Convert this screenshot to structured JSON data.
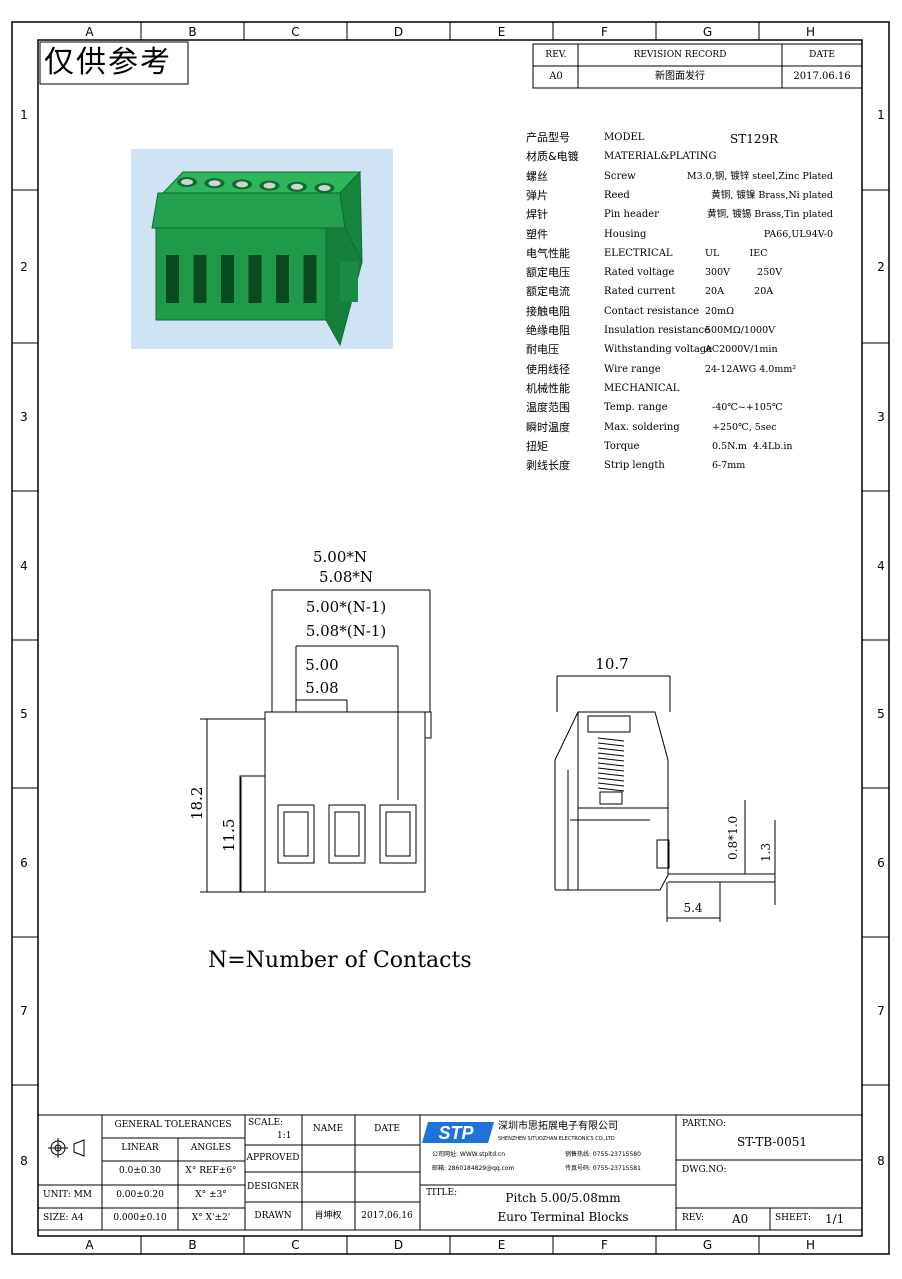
{
  "border": {
    "columns": [
      "A",
      "B",
      "C",
      "D",
      "E",
      "F",
      "G",
      "H"
    ],
    "rows": [
      "1",
      "2",
      "3",
      "4",
      "5",
      "6",
      "7",
      "8"
    ]
  },
  "stamp": "仅供参考",
  "revision": {
    "headers": [
      "REV.",
      "REVISION RECORD",
      "DATE"
    ],
    "row": [
      "A0",
      "新图面发行",
      "2017.06.16"
    ]
  },
  "specs": [
    {
      "cn": "产品型号",
      "en": "MODEL",
      "val": "ST129R"
    },
    {
      "cn": "材质&电镀",
      "en": "MATERIAL&PLATING",
      "val": ""
    },
    {
      "cn": "螺丝",
      "en": "Screw",
      "val": "M3.0,钢, 镀锌 steel,Zinc Plated"
    },
    {
      "cn": "弹片",
      "en": "Reed",
      "val": "黄铜, 镀镍 Brass,Ni plated"
    },
    {
      "cn": "焊针",
      "en": "Pin header",
      "val": "黄铜, 镀锡 Brass,Tin plated"
    },
    {
      "cn": "塑件",
      "en": "Housing",
      "val": "PA66,UL94V-0"
    },
    {
      "cn": "电气性能",
      "en": "ELECTRICAL",
      "val": "UL          IEC"
    },
    {
      "cn": "额定电压",
      "en": "Rated voltage",
      "val": "300V         250V"
    },
    {
      "cn": "额定电流",
      "en": "Rated current",
      "val": "20A          20A"
    },
    {
      "cn": "接触电阻",
      "en": "Contact resistance",
      "val": "20mΩ"
    },
    {
      "cn": "绝缘电阻",
      "en": "Insulation resistance",
      "val": "500MΩ/1000V"
    },
    {
      "cn": "耐电压",
      "en": "Withstanding voltage",
      "val": "AC2000V/1min"
    },
    {
      "cn": "使用线径",
      "en": "Wire range",
      "val": "24-12AWG 4.0mm²"
    },
    {
      "cn": "机械性能",
      "en": "MECHANICAL",
      "val": ""
    },
    {
      "cn": "温度范围",
      "en": "Temp. range",
      "val": "-40℃~+105℃"
    },
    {
      "cn": "瞬时温度",
      "en": "Max. soldering",
      "val": "+250℃, 5sec"
    },
    {
      "cn": "扭矩",
      "en": "Torque",
      "val": "0.5N.m  4.4Lb.in"
    },
    {
      "cn": "剥线长度",
      "en": "Strip length",
      "val": "6-7mm"
    }
  ],
  "dims": {
    "n1": "5.00*N",
    "n2": "5.08*N",
    "nm1a": "5.00*(N-1)",
    "nm1b": "5.08*(N-1)",
    "p1": "5.00",
    "p2": "5.08",
    "h1": "18.2",
    "h2": "11.5",
    "w": "10.7",
    "pin": "0.8*1.0",
    "p13": "1.3",
    "p54": "5.4"
  },
  "note": "N=Number of Contacts",
  "title_block": {
    "tol_header": "GENERAL TOLERANCES",
    "linear": "LINEAR",
    "angles": "ANGLES",
    "lin1": "0.0±0.30",
    "ang1": "X° REF±6°",
    "lin2": "0.00±0.20",
    "ang2": "X° ±3°",
    "lin3": "0.000±0.10",
    "ang3": "X° X'±2'",
    "unit": "UNIT: MM",
    "size": "SIZE: A4",
    "scale_label": "SCALE:",
    "scale": "1:1",
    "name": "NAME",
    "date": "DATE",
    "approved": "APPROVED",
    "designer": "DESIGNER",
    "drawn": "DRAWN",
    "drawn_name": "肖坤权",
    "drawn_date": "2017.06.16",
    "company_cn": "深圳市思拓展电子有限公司",
    "company_en": "SHENZHEN SITUOZHAN ELECTRONICS CO.,LTD",
    "logo": "STP",
    "contact1a": "公司网址: WWW.stpltd.cn",
    "contact1b": "销售热线: 0755-23715580",
    "contact2a": "邮箱: 2860184829@qq.com",
    "contact2b": "传真号码: 0755-23715581",
    "title_label": "TITLE:",
    "title1": "Pitch 5.00/5.08mm",
    "title2": "Euro Terminal Blocks",
    "part_label": "PART.NO:",
    "part_no": "ST-TB-0051",
    "dwg_label": "DWG.NO:",
    "rev_label": "REV:",
    "rev": "A0",
    "sheet_label": "SHEET:",
    "sheet": "1/1"
  },
  "colors": {
    "housing": "#1f9a4a",
    "housing_dark": "#0f6b30",
    "photo_bg": "#cfe3f5"
  }
}
